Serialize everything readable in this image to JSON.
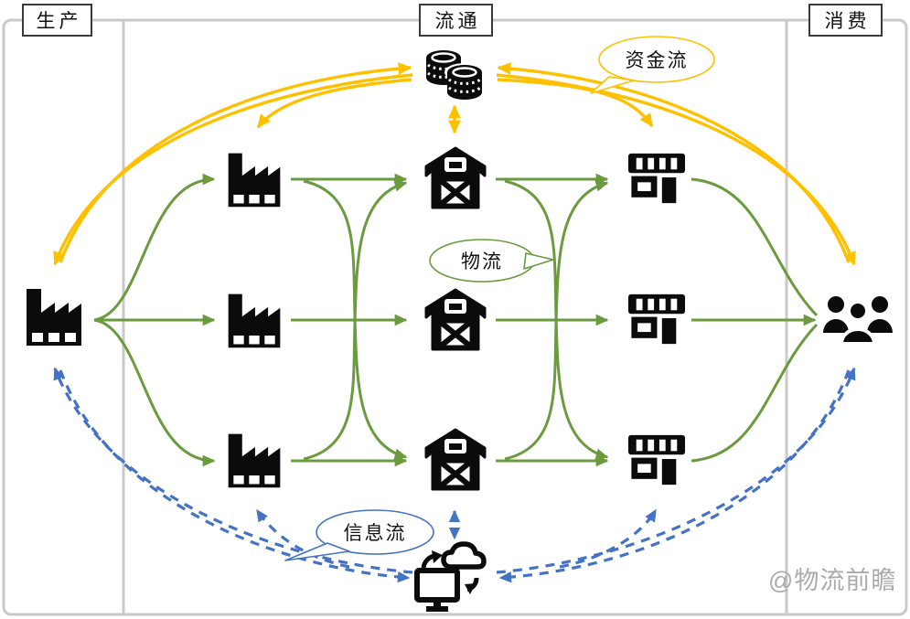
{
  "sections": {
    "production": "生产",
    "circulation": "流通",
    "consumption": "消费"
  },
  "bubbles": {
    "capital_flow": "资金流",
    "logistics": "物流",
    "information_flow": "信息流"
  },
  "watermark": "@物流前瞻",
  "colors": {
    "capital": "#FFC000",
    "logistics": "#6B9B3E",
    "information": "#4472C4",
    "frame": "#C9C9C9",
    "icon": "#0B0B0B",
    "watermark": "#ABABAB"
  },
  "icons": {
    "producer": "factory-icon",
    "factory_tier": "factory-icon",
    "warehouse_tier": "barn-icon",
    "store_tier": "storefront-icon",
    "consumers": "people-icon",
    "capital_pool": "coins-icon",
    "information_hub": "computer-cloud-sync-icon"
  },
  "flows": {
    "capital": {
      "label": "资金流",
      "line": "solid curved"
    },
    "logistics": {
      "label": "物流",
      "line": "solid"
    },
    "information": {
      "label": "信息流",
      "line": "dashed"
    }
  }
}
